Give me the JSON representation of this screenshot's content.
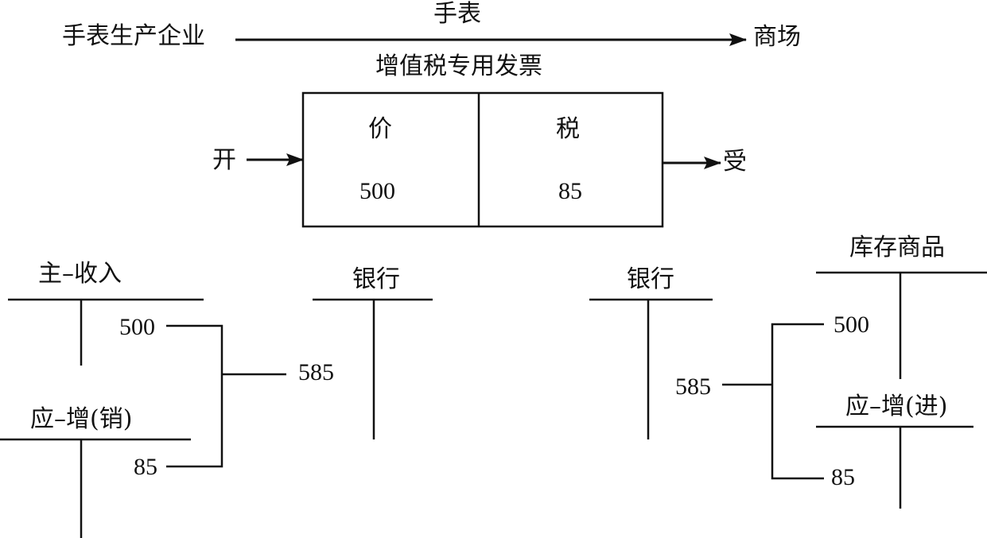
{
  "flow": {
    "seller": "手表生产企业",
    "goods": "手表",
    "buyer": "商场",
    "invoice_title": "增值税专用发票"
  },
  "invoice": {
    "issue_label": "开",
    "receive_label": "受",
    "price_header": "价",
    "tax_header": "税",
    "price_value": "500",
    "tax_value": "85"
  },
  "seller_side": {
    "revenue_account": "主–收入",
    "vat_output_account": "应–增(销)",
    "bank_account": "银行",
    "revenue_amount": "500",
    "vat_amount": "85",
    "total_amount": "585"
  },
  "buyer_side": {
    "bank_account": "银行",
    "inventory_account": "库存商品",
    "vat_input_account": "应–增(进)",
    "total_amount": "585",
    "inventory_amount": "500",
    "vat_amount": "85"
  },
  "colors": {
    "line": "#111111",
    "background": "#ffffff"
  }
}
